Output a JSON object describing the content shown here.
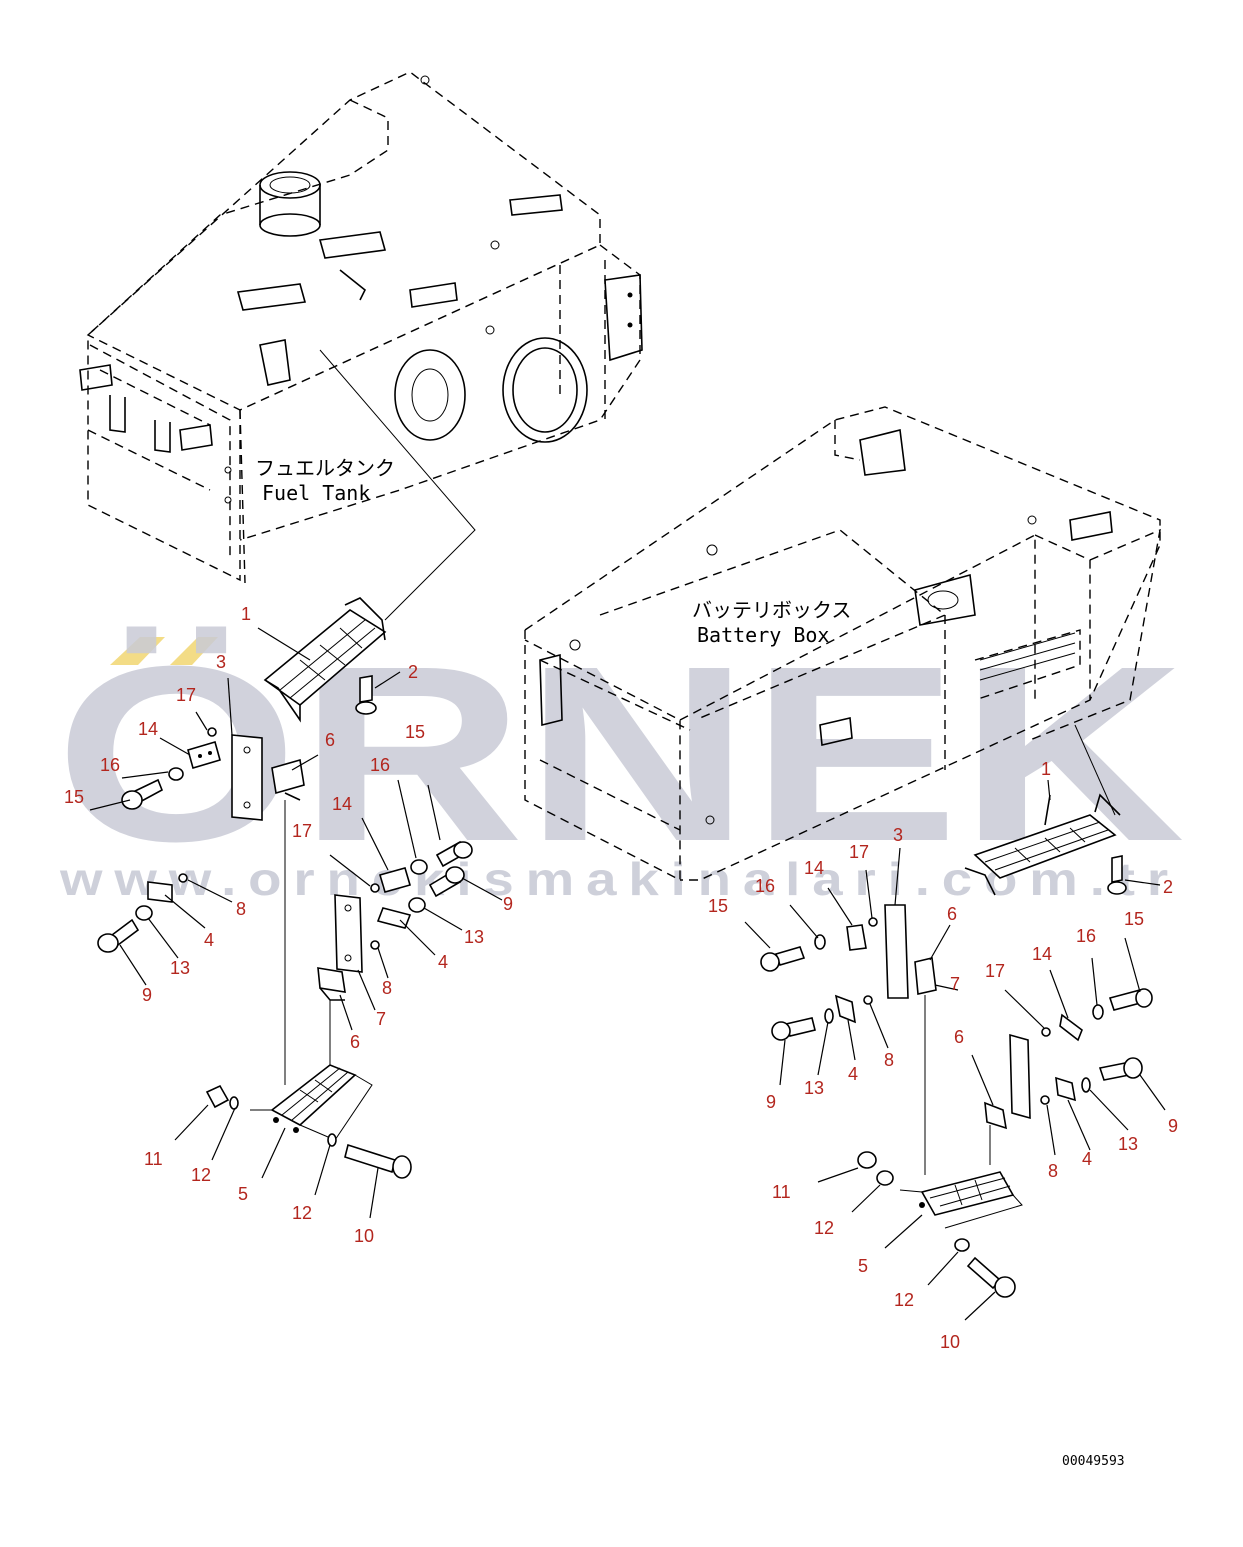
{
  "drawing_code": "00049593",
  "watermark": {
    "brand": "ÖRNEK",
    "url": "www.ornekismakinalari.com.tr",
    "accent_color": "#f3dc86",
    "text_color": "#c9cbd6"
  },
  "assemblies": {
    "fuel_tank": {
      "label_jp": "フュエルタンク",
      "label_en": "Fuel Tank"
    },
    "battery_box": {
      "label_jp": "バッテリボックス",
      "label_en": "Battery Box"
    }
  },
  "callout_color": "#b3261e",
  "left_callouts": [
    "1",
    "2",
    "3",
    "17",
    "14",
    "16",
    "15",
    "6",
    "15",
    "16",
    "14",
    "17",
    "8",
    "4",
    "13",
    "9",
    "9",
    "13",
    "4",
    "8",
    "7",
    "6",
    "11",
    "12",
    "5",
    "12",
    "10"
  ],
  "right_callouts": [
    "1",
    "2",
    "3",
    "17",
    "14",
    "16",
    "15",
    "6",
    "7",
    "15",
    "16",
    "14",
    "17",
    "9",
    "13",
    "4",
    "8",
    "6",
    "4",
    "13",
    "9",
    "8",
    "11",
    "12",
    "5",
    "12",
    "10"
  ]
}
